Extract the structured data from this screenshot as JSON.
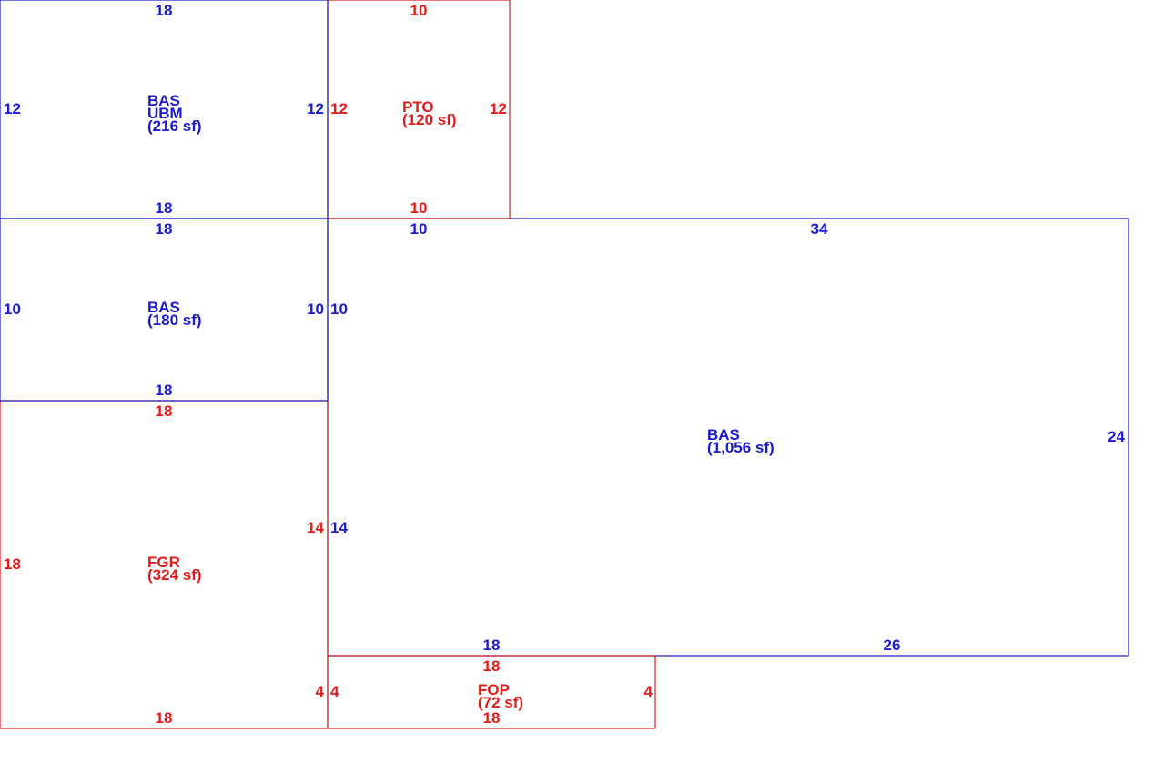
{
  "colors": {
    "blue": "#1a1acc",
    "red": "#e01b1b"
  },
  "areas": [
    {
      "id": "bas-ubm",
      "color": "blue",
      "names": [
        "BAS",
        "UBM"
      ],
      "area": "(216 sf)",
      "dims": {
        "top": "18",
        "bottom": "18",
        "left": "12",
        "right": "12"
      }
    },
    {
      "id": "pto",
      "color": "red",
      "names": [
        "PTO"
      ],
      "area": "(120 sf)",
      "dims": {
        "top": "10",
        "bottom": "10",
        "left": "12",
        "right": "12"
      }
    },
    {
      "id": "bas-small",
      "color": "blue",
      "names": [
        "BAS"
      ],
      "area": "(180 sf)",
      "dims": {
        "top": "18",
        "bottom": "18",
        "left": "10",
        "right": "10"
      }
    },
    {
      "id": "bas-main",
      "color": "blue",
      "names": [
        "BAS"
      ],
      "area": "(1,056 sf)",
      "dims": {
        "top_a": "10",
        "top_b": "34",
        "left_a": "10",
        "left_b": "14",
        "right": "24",
        "bottom_a": "18",
        "bottom_b": "26"
      }
    },
    {
      "id": "fgr",
      "color": "red",
      "names": [
        "FGR"
      ],
      "area": "(324 sf)",
      "dims": {
        "top": "18",
        "bottom": "18",
        "left": "18",
        "right_a": "14",
        "right_b": "4"
      }
    },
    {
      "id": "fop",
      "color": "red",
      "names": [
        "FOP"
      ],
      "area": "(72 sf)",
      "dims": {
        "top": "18",
        "bottom": "18",
        "left": "4",
        "right": "4"
      }
    }
  ]
}
